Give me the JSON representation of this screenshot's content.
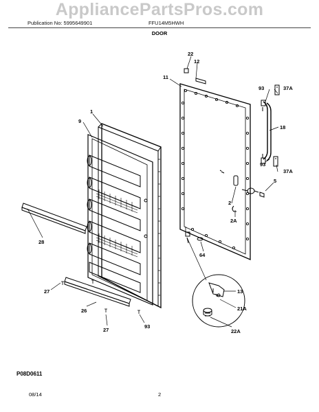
{
  "watermark": "AppliancePartsPros.com",
  "header": {
    "publication": "Publication No: 5995649901",
    "model": "FFU14M5HWH"
  },
  "section_title": "DOOR",
  "callouts": {
    "c1": "1",
    "c9": "9",
    "c11": "11",
    "c12": "12",
    "c22": "22",
    "c93a": "93",
    "c37a_top": "37A",
    "c18": "18",
    "c93b": "93",
    "c37a_bot": "37A",
    "c5": "5",
    "c2": "2",
    "c2a": "2A",
    "c28": "28",
    "c64": "64",
    "c13": "13",
    "c21a": "21A",
    "c22a": "22A",
    "c27a": "27",
    "c26": "26",
    "c27b": "27",
    "c93c": "93"
  },
  "diagram_code": "P08D0611",
  "footer": {
    "date": "08/14",
    "page": "2"
  }
}
